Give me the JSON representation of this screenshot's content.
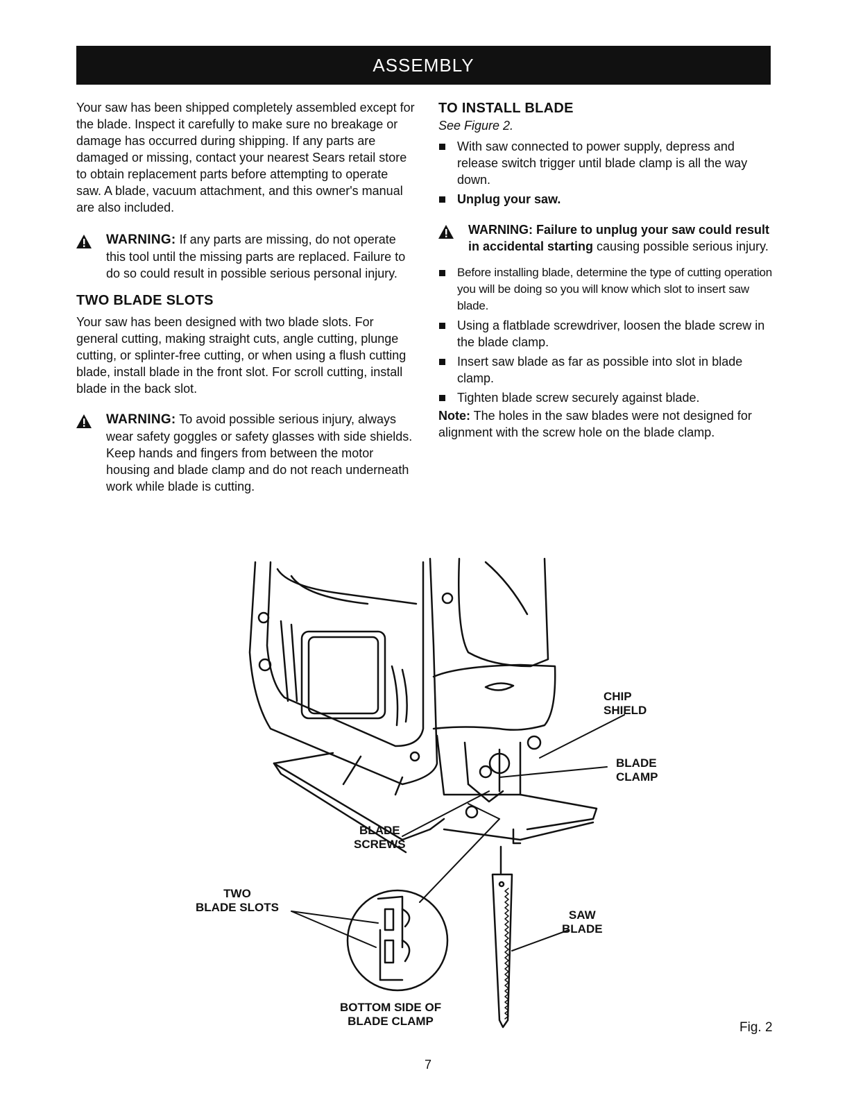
{
  "header": {
    "title": "ASSEMBLY"
  },
  "left": {
    "intro": "Your saw has been shipped completely assembled except for the blade. Inspect it carefully to make sure no breakage or damage has occurred during shipping. If any parts are damaged or missing, contact your nearest Sears retail store to obtain replacement parts before attempting to operate saw. A blade, vacuum attachment, and this owner's manual are also included.",
    "warning1": {
      "label": "WARNING:",
      "text": "If any parts are missing, do not operate this tool until the missing parts are replaced. Failure to do so could result in possible serious personal injury."
    },
    "section_title": "TWO BLADE SLOTS",
    "section_text": "Your saw has been designed with two blade slots. For general cutting, making straight cuts, angle cutting, plunge cutting, or splinter-free cutting, or when using a flush cutting blade, install blade in the front slot. For scroll cutting, install blade in the back slot.",
    "warning2": {
      "label": "WARNING:",
      "text": "To avoid possible serious injury, always wear safety goggles or safety glasses with side shields. Keep hands and fingers from between the motor housing and blade clamp and do not reach underneath work while blade is cutting."
    }
  },
  "right": {
    "title": "TO INSTALL BLADE",
    "subtitle": "See Figure 2.",
    "bullets_a": [
      "With saw connected to power supply, depress and release switch trigger until blade clamp is all the way down.",
      "Unplug your saw."
    ],
    "warning": {
      "bold": "WARNING: Failure to unplug your saw could result in accidental starting",
      "text": " causing possible serious injury."
    },
    "bullets_b": [
      "Before installing blade, determine the type of cutting operation you will be doing so you will know which slot to insert saw blade.",
      "Using a flatblade screwdriver, loosen the blade screw in the blade clamp.",
      "Insert saw blade as far as possible into slot in blade clamp.",
      "Tighten blade screw securely against blade."
    ],
    "note_label": "Note:",
    "note_text": " The holes in the saw blades were not designed for alignment with the screw hole on the blade clamp."
  },
  "figure": {
    "labels": {
      "chip_shield_1": "CHIP",
      "chip_shield_2": "SHIELD",
      "blade_clamp_1": "BLADE",
      "blade_clamp_2": "CLAMP",
      "blade_screws_1": "BLADE",
      "blade_screws_2": "SCREWS",
      "two_slots_1": "TWO",
      "two_slots_2": "BLADE SLOTS",
      "saw_blade_1": "SAW",
      "saw_blade_2": "BLADE",
      "bottom_1": "BOTTOM SIDE OF",
      "bottom_2": "BLADE CLAMP"
    },
    "caption": "Fig. 2"
  },
  "page_number": "7"
}
